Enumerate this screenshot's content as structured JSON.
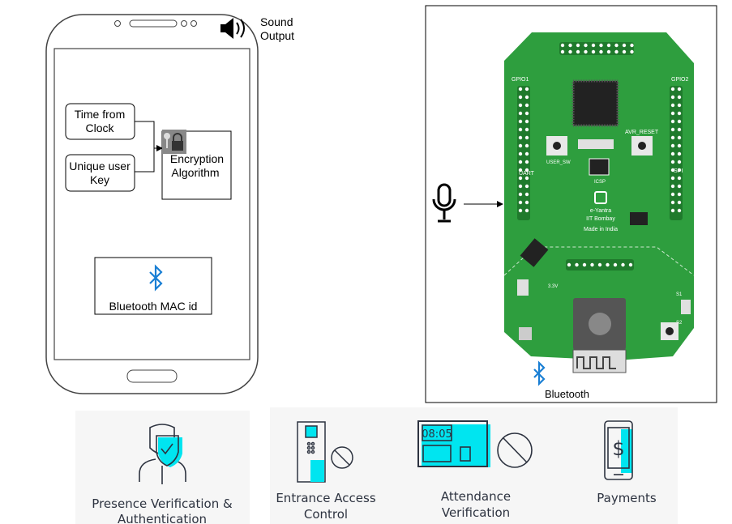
{
  "phone": {
    "sound_output": [
      "Sound",
      "Output"
    ],
    "time_box": [
      "Time from",
      "Clock"
    ],
    "key_box": [
      "Unique user",
      "Key"
    ],
    "encryption_box": [
      "Encryption",
      "Algorithm"
    ],
    "bluetooth_mac": "Bluetooth  MAC id"
  },
  "board": {
    "logo_text": [
      "e-Yantra",
      "IIT Bombay",
      "Made in India"
    ],
    "labels": {
      "gpio1": "GPIO1",
      "gpio2": "GPIO2",
      "uart": "UART",
      "spi": "SPI",
      "user_sw": "USER_SW",
      "avr_reset": "AVR_RESET",
      "icsp": "ICSP",
      "v33": "3.3V",
      "s1": "S1",
      "s2": "S2"
    },
    "bluetooth_label": "Bluetooth"
  },
  "applications": [
    {
      "label": [
        "Presence Verification &",
        "Authentication"
      ],
      "icon": "user-shield-icon"
    },
    {
      "label": [
        "Entrance Access",
        "Control"
      ],
      "icon": "access-terminal-icon"
    },
    {
      "label": [
        "Attendance",
        "Verification"
      ],
      "icon": "attendance-clock-icon",
      "clock_text": "08:05"
    },
    {
      "label": [
        "Payments"
      ],
      "icon": "mobile-payment-icon"
    }
  ],
  "colors": {
    "pcb_green": "#2e9e3e",
    "accent_cyan": "#00e5f0",
    "bluetooth_blue": "#1a7fd4"
  }
}
